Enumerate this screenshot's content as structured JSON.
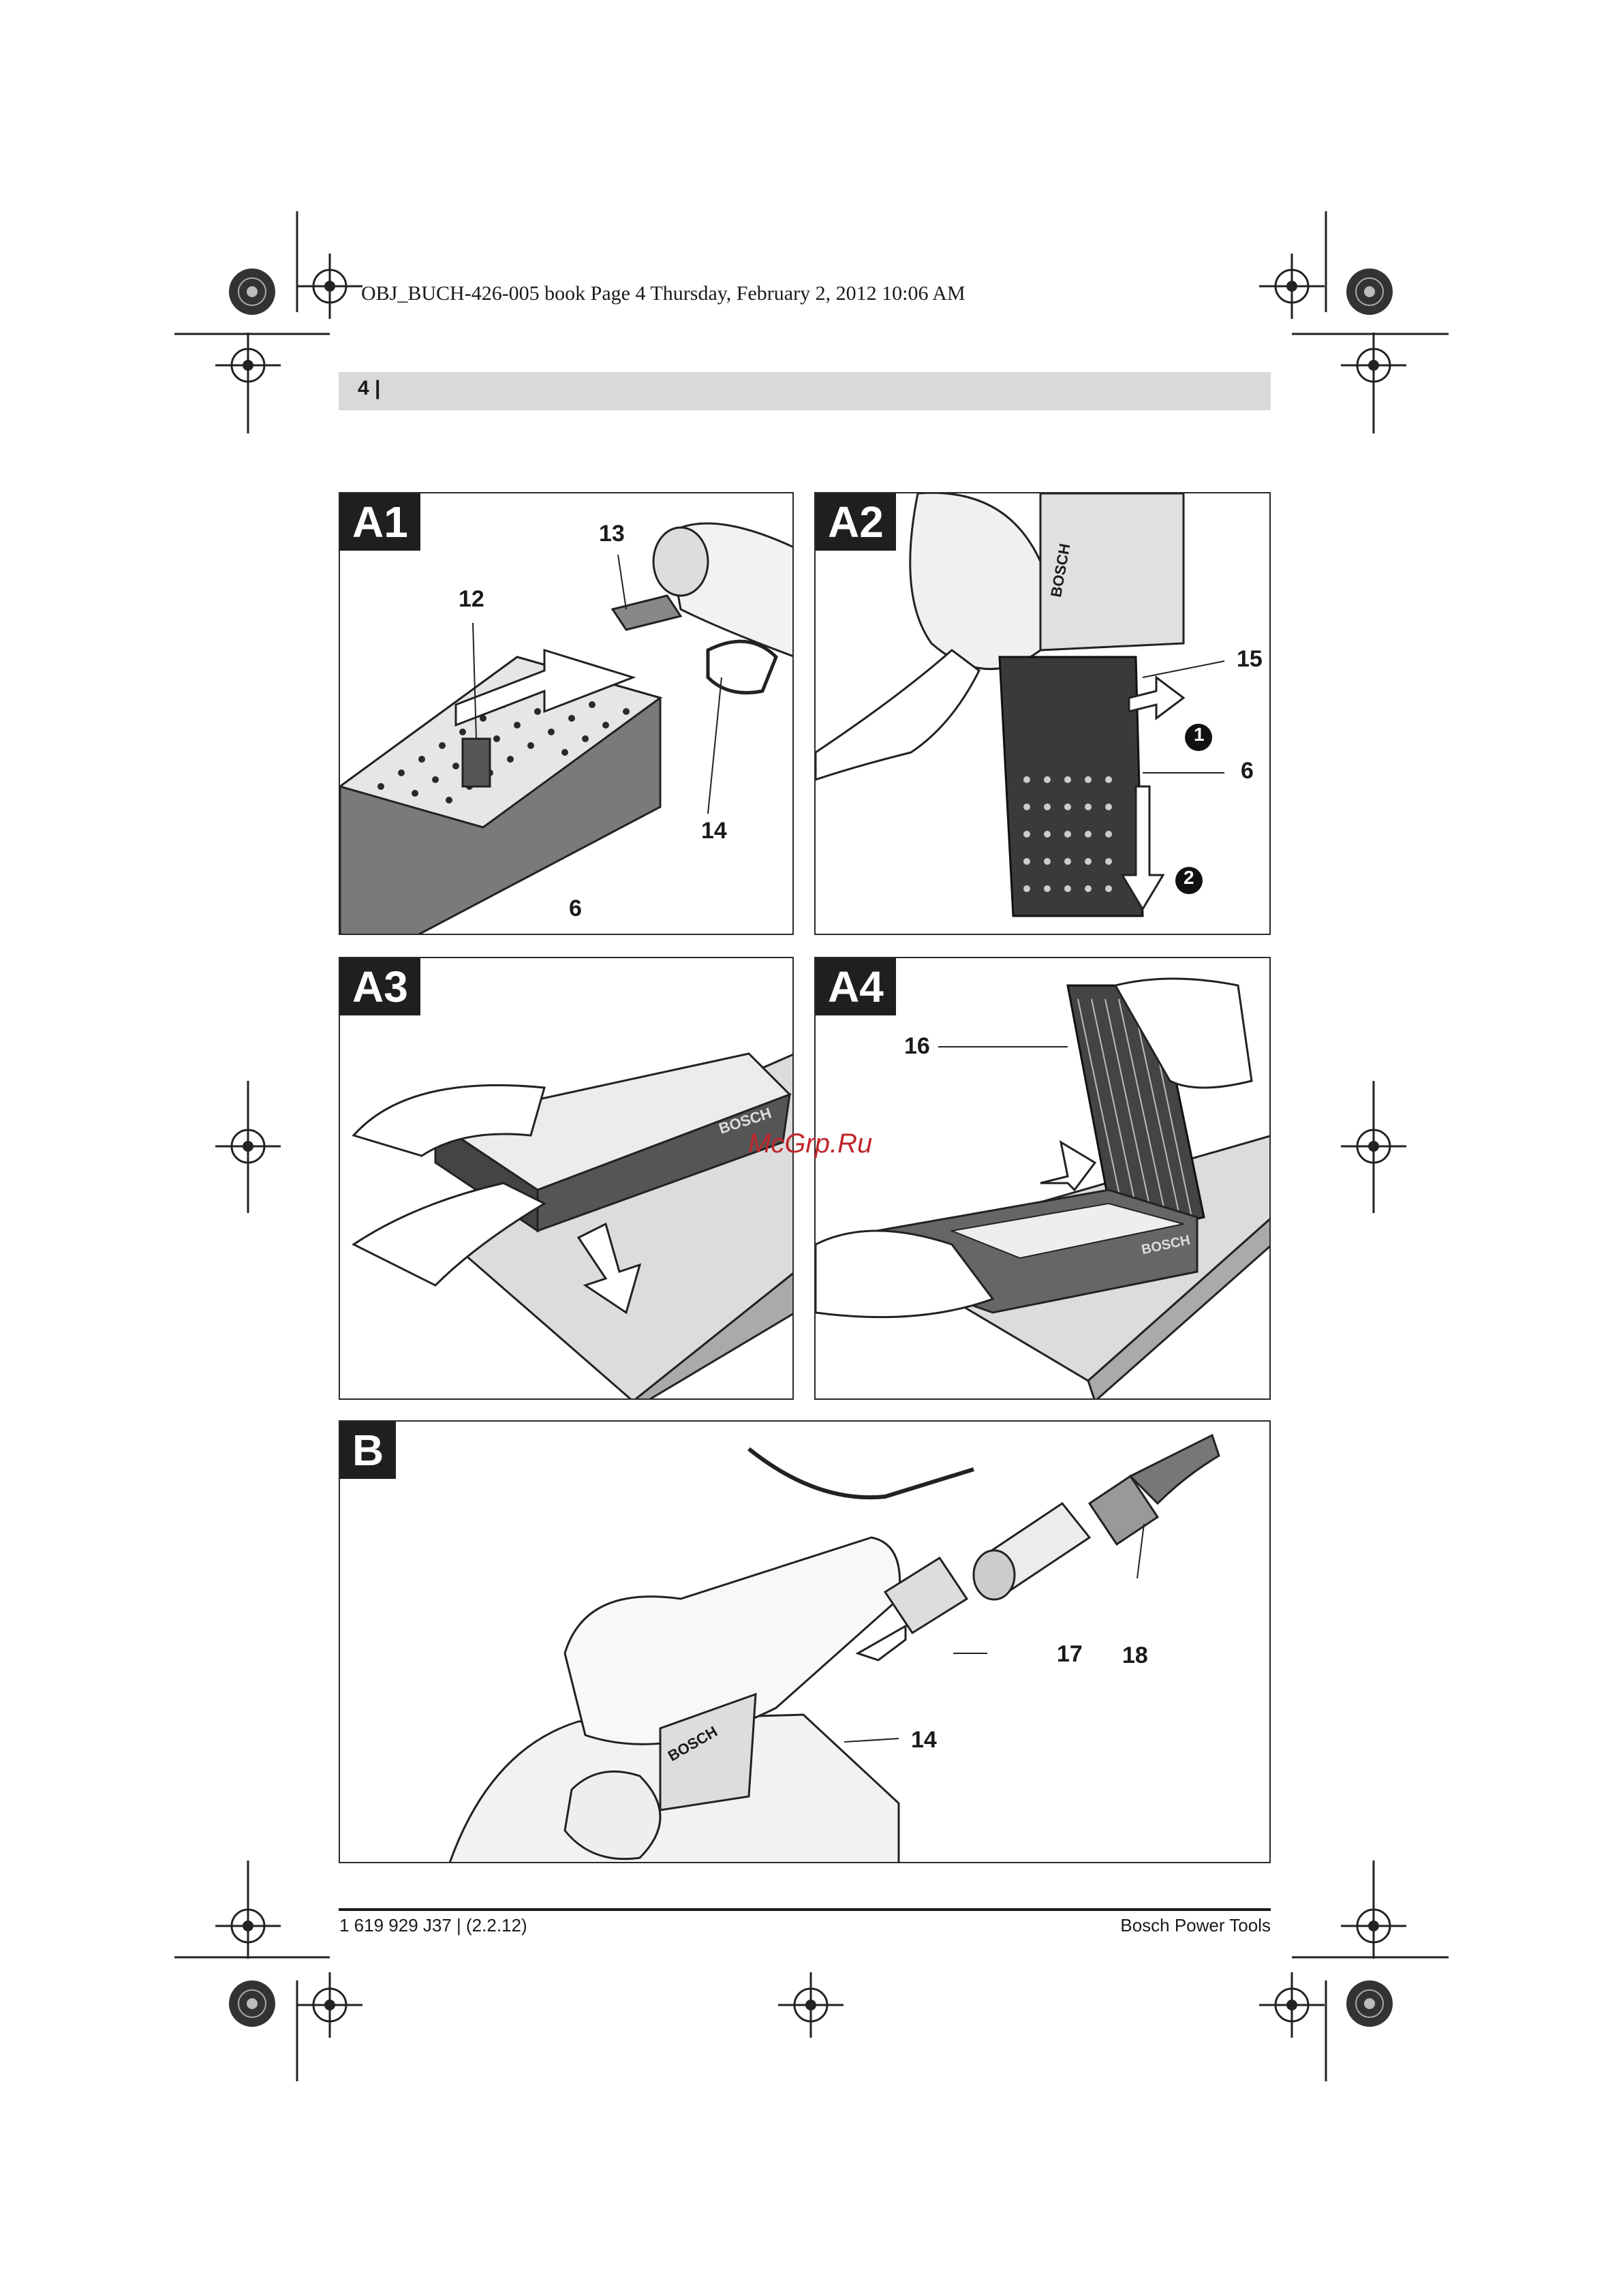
{
  "slug": "OBJ_BUCH-426-005 book  Page 4  Thursday, February 2, 2012  10:06 AM",
  "header": {
    "page_number": "4 |"
  },
  "figures": {
    "a1": {
      "tag": "A1",
      "labels": [
        "13",
        "12",
        "14",
        "6"
      ]
    },
    "a2": {
      "tag": "A2",
      "labels": [
        "15",
        "6"
      ],
      "steps": [
        "1",
        "2"
      ],
      "brand": "BOSCH"
    },
    "a3": {
      "tag": "A3",
      "brand": "BOSCH"
    },
    "a4": {
      "tag": "A4",
      "labels": [
        "16"
      ],
      "brand": "BOSCH"
    },
    "b": {
      "tag": "B",
      "labels": [
        "17",
        "18",
        "14"
      ],
      "brand": "BOSCH"
    }
  },
  "watermark": "McGrp.Ru",
  "footer": {
    "left": "1 619 929 J37 | (2.2.12)",
    "right": "Bosch Power Tools"
  }
}
